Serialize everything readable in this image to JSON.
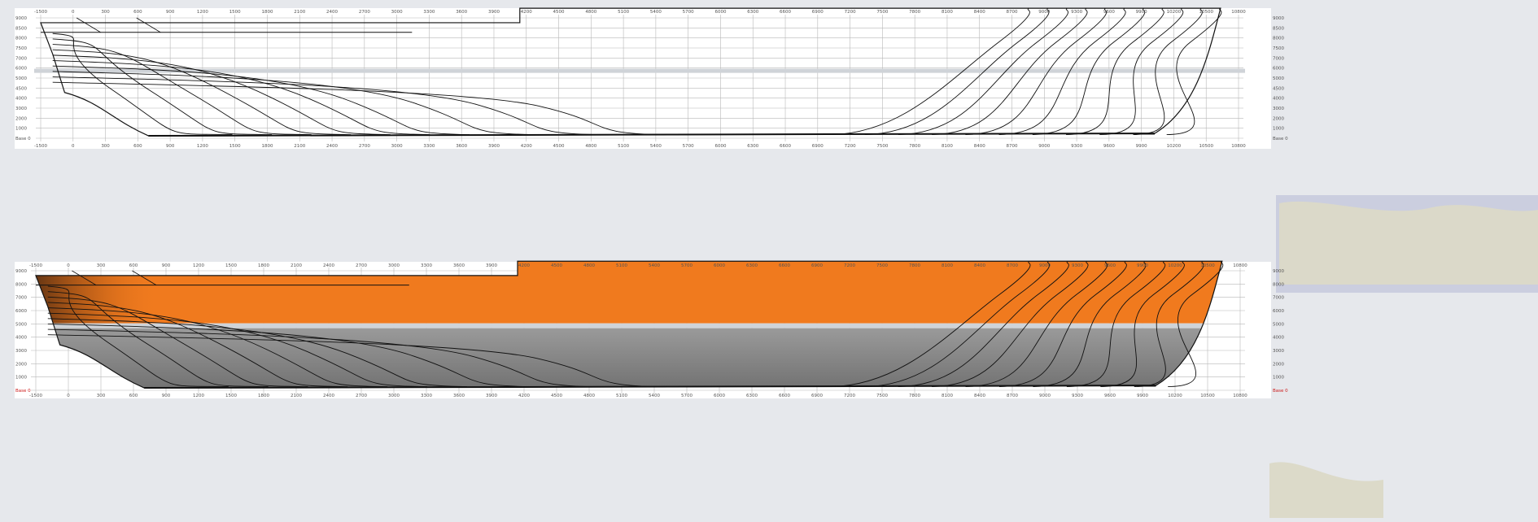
{
  "colors": {
    "background": "#e6e8ec",
    "panel": "#ffffff",
    "grid": "#b8b8b8",
    "line": "#111111",
    "topside": "#f07a1e",
    "underwater": "#8c8c8c",
    "waterline_band": "#cfd3d8",
    "accent_red": "#cc1a1a"
  },
  "drawings": [
    {
      "id": "lines-plan",
      "fill": false,
      "top_scale": [
        "-1500",
        "0",
        "300",
        "600",
        "900",
        "1200",
        "1500",
        "1800",
        "2100",
        "2400",
        "2700",
        "3000",
        "3300",
        "3600",
        "3900",
        "4200",
        "4500",
        "4800",
        "5100",
        "5400",
        "5700",
        "6000",
        "6300",
        "6600",
        "6900",
        "7200",
        "7500",
        "7800",
        "8100",
        "8400",
        "8700",
        "9000",
        "9300",
        "9600",
        "9900",
        "10200",
        "10500",
        "10800"
      ],
      "bottom_scale": [
        "-1500",
        "0",
        "300",
        "600",
        "900",
        "1200",
        "1500",
        "1800",
        "2100",
        "2400",
        "2700",
        "3000",
        "3300",
        "3600",
        "3900",
        "4200",
        "4500",
        "4800",
        "5100",
        "5400",
        "5700",
        "6000",
        "6300",
        "6600",
        "6900",
        "7200",
        "7500",
        "7800",
        "8100",
        "8400",
        "8700",
        "9000",
        "9300",
        "9600",
        "9900",
        "10200",
        "10500",
        "10800"
      ],
      "left_scale": [
        "9000",
        "8500",
        "8000",
        "7500",
        "7000",
        "6000",
        "5000",
        "4500",
        "4000",
        "3000",
        "2000",
        "1000",
        "Base 0"
      ],
      "right_scale": [
        "9000",
        "8500",
        "8000",
        "7500",
        "7000",
        "6000",
        "5000",
        "4500",
        "4000",
        "3000",
        "2000",
        "1000",
        "Base 0"
      ]
    },
    {
      "id": "rendered-hull",
      "fill": true,
      "top_scale": [
        "-1500",
        "0",
        "300",
        "600",
        "900",
        "1200",
        "1500",
        "1800",
        "2100",
        "2400",
        "2700",
        "3000",
        "3300",
        "3600",
        "3900",
        "4200",
        "4500",
        "4800",
        "5100",
        "5400",
        "5700",
        "6000",
        "6300",
        "6600",
        "6900",
        "7200",
        "7500",
        "7800",
        "8100",
        "8400",
        "8700",
        "9000",
        "9300",
        "9600",
        "9900",
        "10200",
        "10500",
        "10800"
      ],
      "bottom_scale": [
        "-1500",
        "0",
        "300",
        "600",
        "900",
        "1200",
        "1500",
        "1800",
        "2100",
        "2400",
        "2700",
        "3000",
        "3300",
        "3600",
        "3900",
        "4200",
        "4500",
        "4800",
        "5100",
        "5400",
        "5700",
        "6000",
        "6300",
        "6600",
        "6900",
        "7200",
        "7500",
        "7800",
        "8100",
        "8400",
        "8700",
        "9000",
        "9300",
        "9600",
        "9900",
        "10200",
        "10500",
        "10800"
      ],
      "left_scale": [
        "9000",
        "8000",
        "7000",
        "6000",
        "5000",
        "4000",
        "3000",
        "2000",
        "1000",
        "Base 0"
      ],
      "right_scale": [
        "9000",
        "8000",
        "7000",
        "6000",
        "5000",
        "4000",
        "3000",
        "2000",
        "1000",
        "Base 0"
      ]
    }
  ]
}
